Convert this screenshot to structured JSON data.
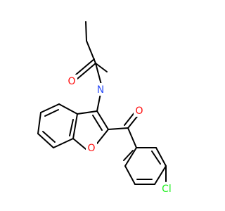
{
  "molecule": {
    "atoms": {
      "O_amide": {
        "symbol": "O",
        "color": "#ff0d0d"
      },
      "N_amide": {
        "symbol": "N",
        "color": "#3050f8"
      },
      "O_ketone": {
        "symbol": "O",
        "color": "#ff0d0d"
      },
      "O_furan": {
        "symbol": "O",
        "color": "#ff0d0d"
      },
      "Cl": {
        "symbol": "Cl",
        "color": "#1ff01f"
      }
    },
    "bond_color": "#000000"
  }
}
